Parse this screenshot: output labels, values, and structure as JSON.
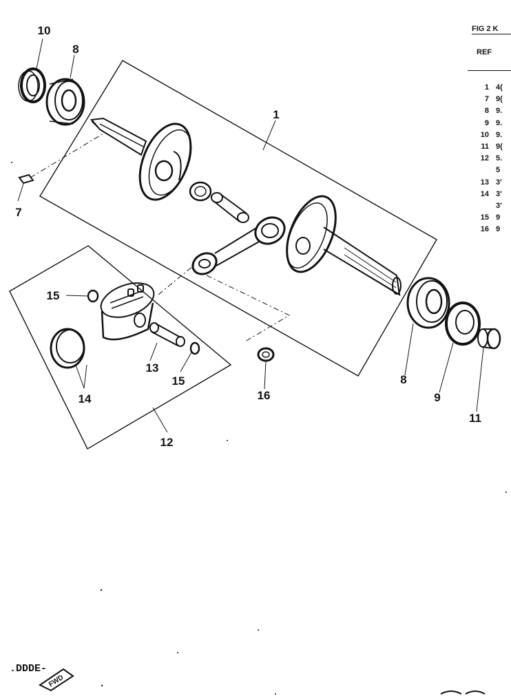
{
  "table": {
    "fig_label": "FIG 2  K",
    "ref_header": "REF",
    "rows": [
      {
        "ref": "1",
        "part": "4("
      },
      {
        "ref": "7",
        "part": "9("
      },
      {
        "ref": "8",
        "part": "9."
      },
      {
        "ref": "9",
        "part": "9."
      },
      {
        "ref": "10",
        "part": "9."
      },
      {
        "ref": "11",
        "part": "9("
      },
      {
        "ref": "12",
        "part": "5."
      },
      {
        "ref": "",
        "part": "5"
      },
      {
        "ref": "13",
        "part": "3'"
      },
      {
        "ref": "14",
        "part": "3'"
      },
      {
        "ref": "",
        "part": "3'"
      },
      {
        "ref": "15",
        "part": "9"
      },
      {
        "ref": "16",
        "part": "9"
      }
    ]
  },
  "callouts": {
    "c1": "1",
    "c7": "7",
    "c8a": "8",
    "c8b": "8",
    "c9": "9",
    "c10": "10",
    "c11": "11",
    "c12": "12",
    "c13": "13",
    "c14": "14",
    "c15a": "15",
    "c15b": "15",
    "c16": "16"
  },
  "corner_stamp": {
    "text": ".DDDE-",
    "arrow_label": "FWD"
  },
  "colors": {
    "ink": "#111111",
    "paper": "#ffffff"
  }
}
